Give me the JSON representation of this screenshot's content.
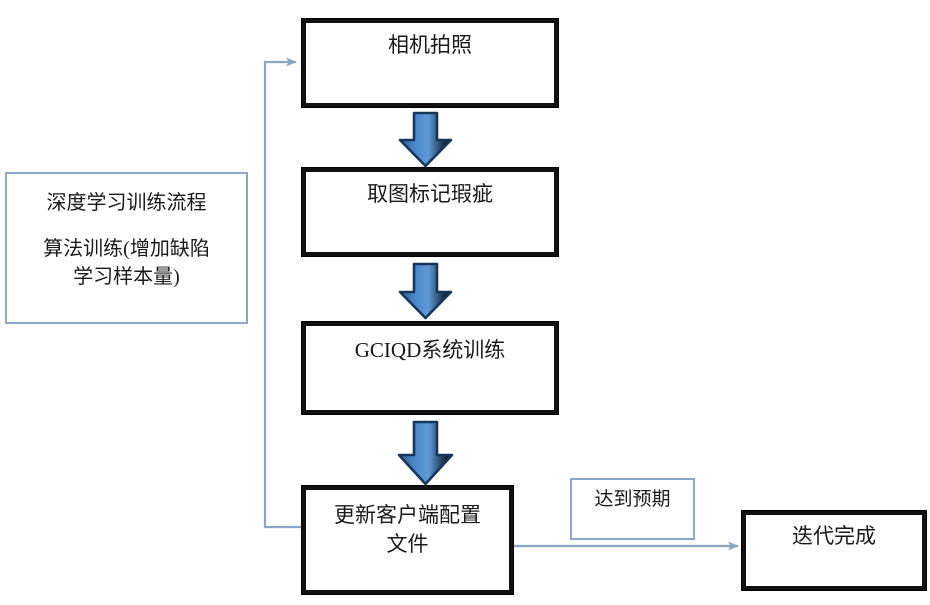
{
  "diagram": {
    "title": "深度学习训练流程",
    "accent_blue": "#3f7fbf",
    "arrow_outline": "#17365d",
    "line_blue": "#8ca6c6",
    "box_black": "#111111"
  },
  "nodes": {
    "training_panel": {
      "name": "deep-learning-training-process-panel",
      "line1": "深度学习训练流程",
      "line2": "算法训练(增加缺陷\n学习样本量)",
      "style": "light"
    },
    "step1": {
      "name": "camera-capture-box",
      "label": "相机拍照",
      "style": "heavy"
    },
    "step2": {
      "name": "mark-defects-box",
      "label": "取图标记瑕疵",
      "style": "heavy"
    },
    "step3": {
      "name": "gciqd-training-box",
      "label": "GCIQD系统训练",
      "style": "heavy"
    },
    "step4": {
      "name": "update-client-config-box",
      "label": "更新客户端配置\n文件",
      "style": "heavy"
    },
    "condition": {
      "name": "meets-expectation-box",
      "label": "达到预期",
      "style": "light"
    },
    "done": {
      "name": "iteration-complete-box",
      "label": "迭代完成",
      "style": "heavy"
    }
  },
  "connectors": {
    "arrow1": "block-arrow-down-step1-to-step2",
    "arrow2": "block-arrow-down-step2-to-step3",
    "arrow3": "block-arrow-down-step3-to-step4",
    "feedback": "feedback-line-step4-to-step1",
    "to_done": "line-step4-to-iteration-complete"
  }
}
